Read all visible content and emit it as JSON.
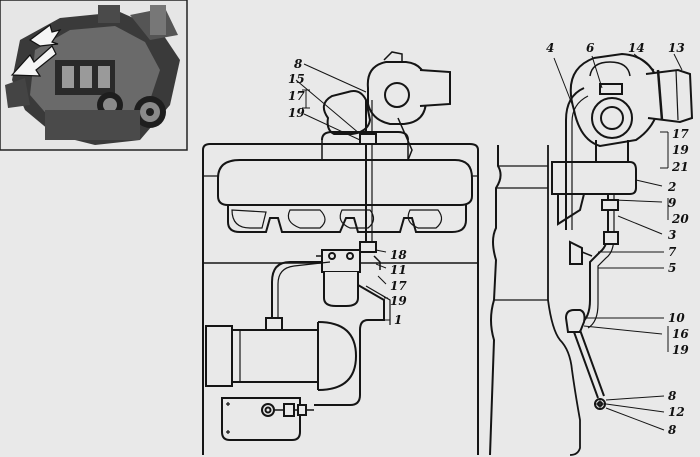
{
  "figure": {
    "panels": [
      {
        "name": "engine-overview-photo"
      },
      {
        "name": "front-view-diagram"
      },
      {
        "name": "side-view-diagram"
      }
    ]
  },
  "callouts": {
    "c8_top": "8",
    "c15": "15",
    "c17_left": "17",
    "c19_left": "19",
    "c18": "18",
    "c11": "11",
    "c17_mid": "17",
    "c19_mid": "19",
    "c1": "1",
    "c4": "4",
    "c6": "6",
    "c14": "14",
    "c13": "13",
    "c17_right": "17",
    "c19_right": "19",
    "c21": "21",
    "c2": "2",
    "c9": "9",
    "c20": "20",
    "c3": "3",
    "c7": "7",
    "c5": "5",
    "c10": "10",
    "c16": "16",
    "c19_low": "19",
    "c8_low1": "8",
    "c12": "12",
    "c8_low2": "8"
  }
}
